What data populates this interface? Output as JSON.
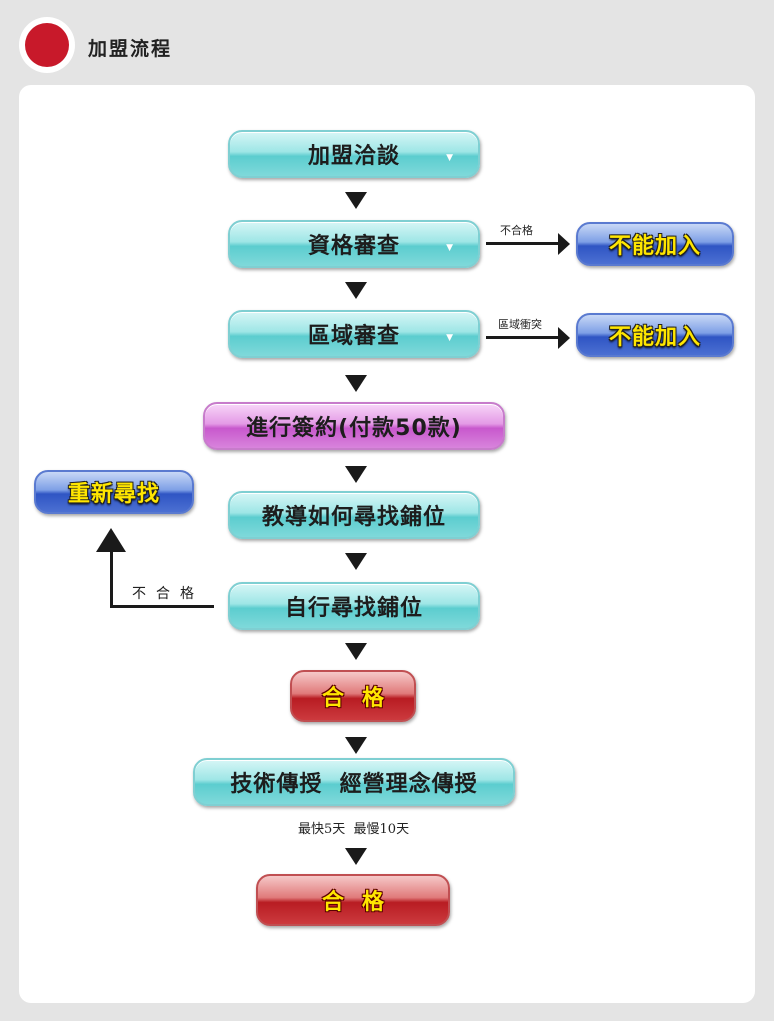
{
  "header": {
    "title": "加盟流程"
  },
  "steps": {
    "consult": "加盟洽談",
    "qualification_review": "資格審查",
    "region_review": "區域審查",
    "sign_contract": "進行簽約(付款50款)",
    "teach_find_shop": "教導如何尋找鋪位",
    "self_find_shop": "自行尋找鋪位",
    "pass_1": "合格",
    "training": "技術傳授  經營理念傳授",
    "pass_2": "合格"
  },
  "branches": {
    "unqualified_label": "不合格",
    "cannot_join_1": "不能加入",
    "region_conflict_label": "區域衝突",
    "cannot_join_2": "不能加入",
    "shop_unqualified_label": "不合格",
    "search_again": "重新尋找"
  },
  "notes": {
    "duration": "最快5天  最慢10天"
  },
  "icons": {
    "dropdown_marker": "▼"
  },
  "colors": {
    "header_dot": "#c8192a",
    "teal_button": "#5ccdcf",
    "magenta_button": "#c858cd",
    "blue_button": "#2f55c4",
    "red_button": "#b81c22",
    "label_yellow": "#ffe600"
  }
}
